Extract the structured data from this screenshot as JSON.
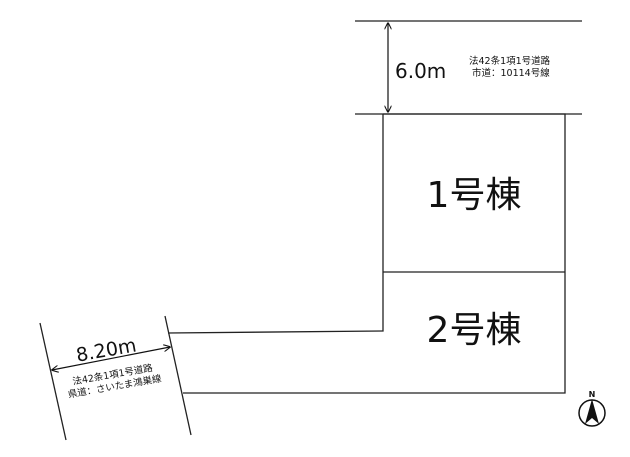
{
  "top_road": {
    "width": "6.0m",
    "line1": "法42条1項1号道路",
    "line2": "市道：10114号線"
  },
  "left_road": {
    "width": "8.20m",
    "line1": "法42条1項1号道路",
    "line2": "県道：さいたま鴻巣線"
  },
  "lots": [
    {
      "label": "1号棟"
    },
    {
      "label": "2号棟"
    }
  ],
  "compass": {
    "label": "N"
  }
}
